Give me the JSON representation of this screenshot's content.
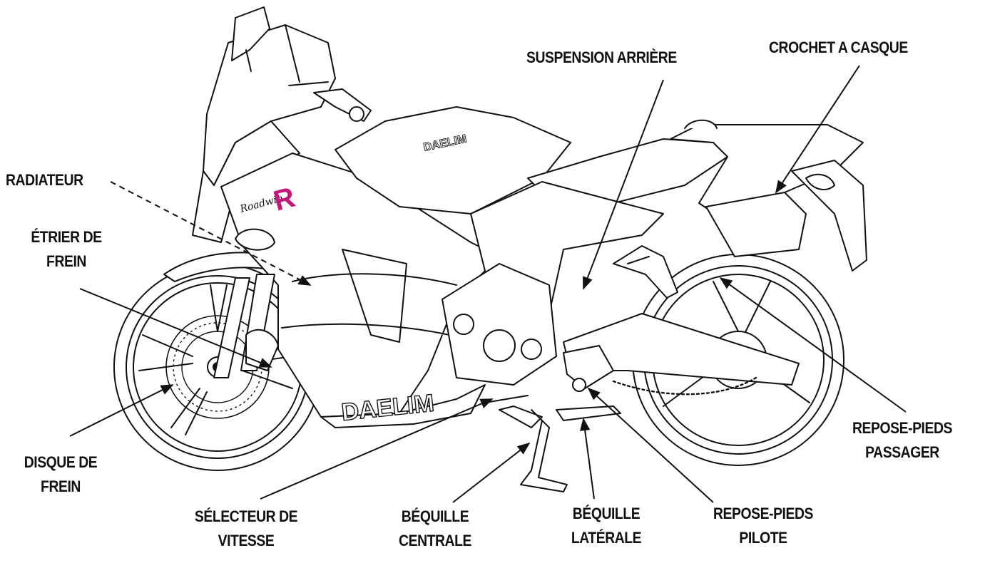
{
  "labels": {
    "suspension_arriere": "SUSPENSION ARRIÈRE",
    "crochet_casque": "CROCHET A CASQUE",
    "radiateur": "RADIATEUR",
    "etrier_frein_1": "ÉTRIER DE",
    "etrier_frein_2": "FREIN",
    "disque_frein_1": "DISQUE DE",
    "disque_frein_2": "FREIN",
    "selecteur_1": "SÉLECTEUR DE",
    "selecteur_2": "VITESSE",
    "bequille_centrale_1": "BÉQUILLE",
    "bequille_centrale_2": "CENTRALE",
    "bequille_laterale_1": "BÉQUILLE",
    "bequille_laterale_2": "LATÉRALE",
    "repose_pilote_1": "REPOSE-PIEDS",
    "repose_pilote_2": "PILOTE",
    "repose_passager_1": "REPOSE-PIEDS",
    "repose_passager_2": "PASSAGER"
  },
  "decals": {
    "tank_logo": "DAELIM",
    "fairing_logo": "DAELIM",
    "model_script": "Roadwin",
    "model_letter": "R"
  },
  "colors": {
    "ink": "#111111",
    "accent": "#c2187a"
  }
}
